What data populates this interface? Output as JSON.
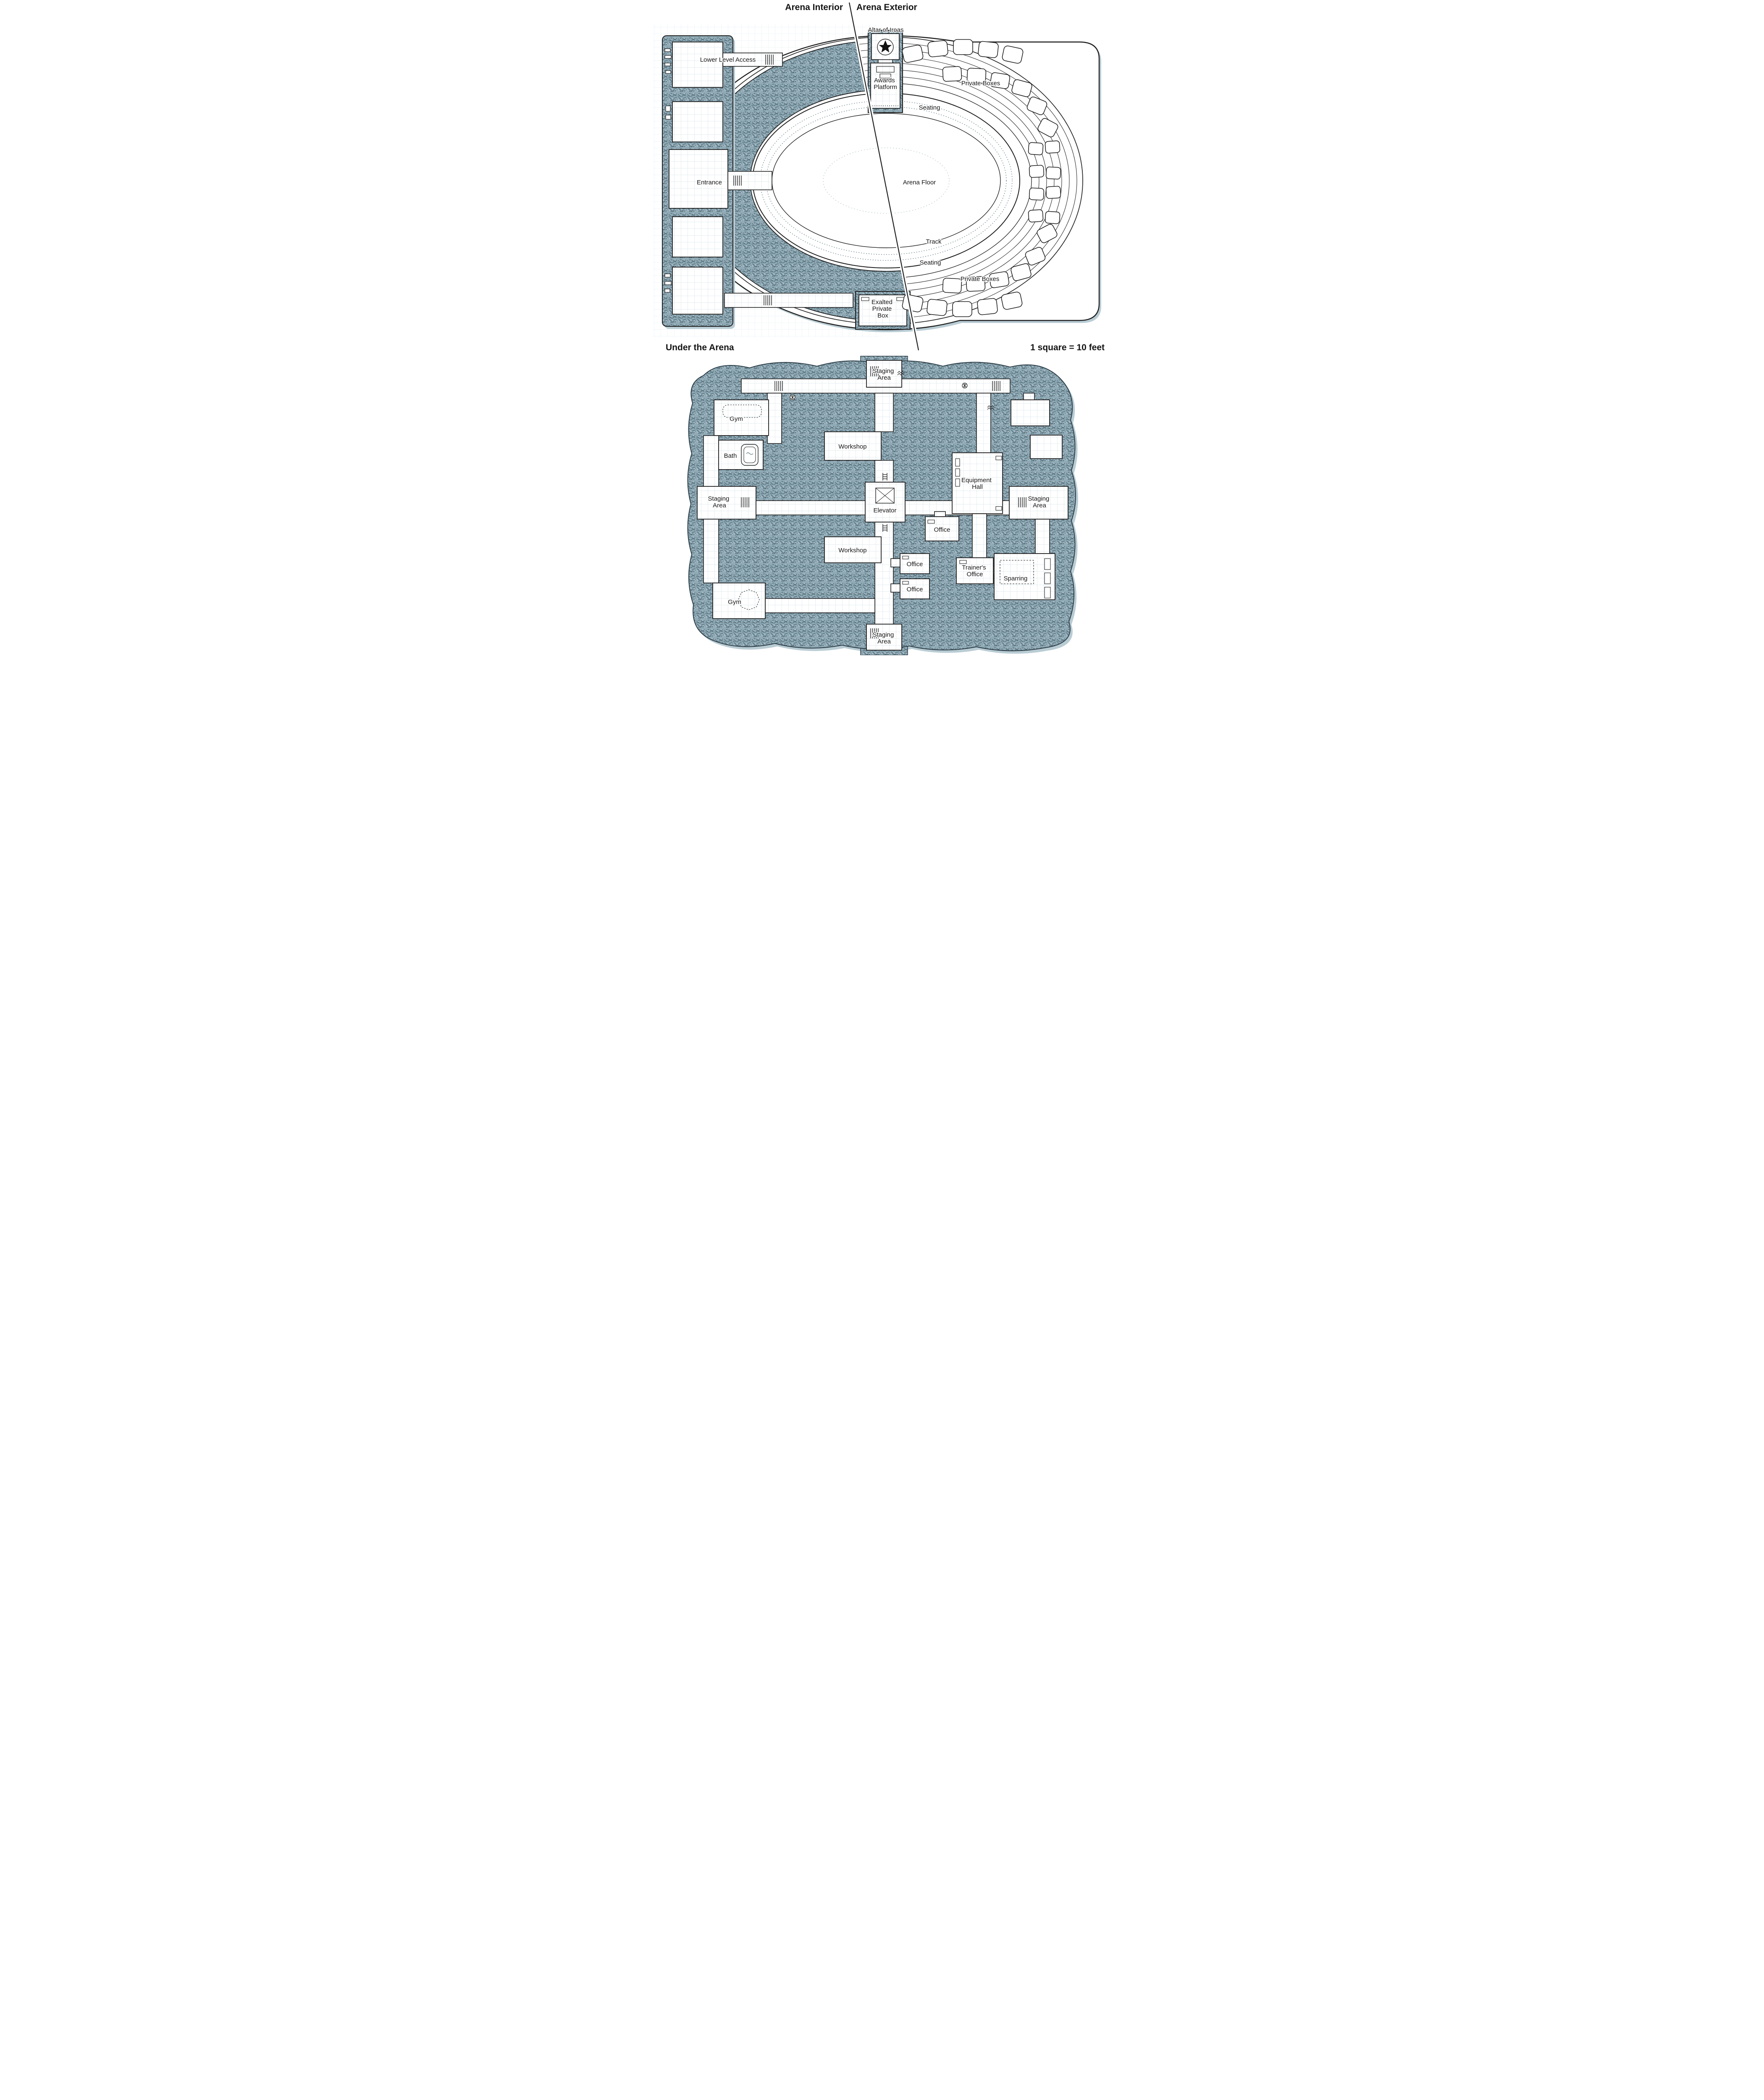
{
  "palette": {
    "wall_fill": "#8fa9b5",
    "wall_hatch_dark": "#55707b",
    "wall_hatch_darker": "#3e545e",
    "wall_hatch_light": "#b9cbd3",
    "ink": "#1f1f1f",
    "grid_line": "#ccdce3",
    "paper_grid": "#e2ecf0",
    "shadow": "#b9ccd4",
    "background": "#ffffff"
  },
  "icons": {
    "altar_star": "black five-point star",
    "stairs": "parallel stair lines",
    "compass_mark": "circled asterisk",
    "ladder": "elevator winch ladder",
    "vent": "zigzag vent mark"
  },
  "arena": {
    "interior_title": "Arena Interior",
    "exterior_title": "Arena Exterior",
    "labels": {
      "altar": "Altar of Iroas",
      "lower_level_access": "Lower Level Access",
      "awards_platform": [
        "Awards",
        "Platform"
      ],
      "private_boxes_top": "Private Boxes",
      "seating_top": "Seating",
      "entrance": "Entrance",
      "arena_floor": "Arena Floor",
      "track": "Track",
      "seating_bottom": "Seating",
      "private_boxes_bottom": "Private Boxes",
      "exalted_private_box": [
        "Exalted",
        "Private",
        "Box"
      ]
    }
  },
  "under_arena": {
    "title": "Under the Arena",
    "scale_note": "1 square = 10 feet",
    "labels": {
      "staging_area_top": [
        "Staging",
        "Area"
      ],
      "gym_upper": "Gym",
      "workshop_upper": "Workshop",
      "bath": "Bath",
      "staging_area_left": [
        "Staging",
        "Area"
      ],
      "elevator": "Elevator",
      "equipment_hall": [
        "Equipment",
        "Hall"
      ],
      "staging_area_right": [
        "Staging",
        "Area"
      ],
      "office_upper": "Office",
      "workshop_lower": "Workshop",
      "office_middle": "Office",
      "trainers_office": [
        "Trainer's",
        "Office"
      ],
      "sparring": "Sparring",
      "office_lower": "Office",
      "gym_lower": "Gym",
      "staging_area_bottom": [
        "Staging",
        "Area"
      ]
    }
  }
}
